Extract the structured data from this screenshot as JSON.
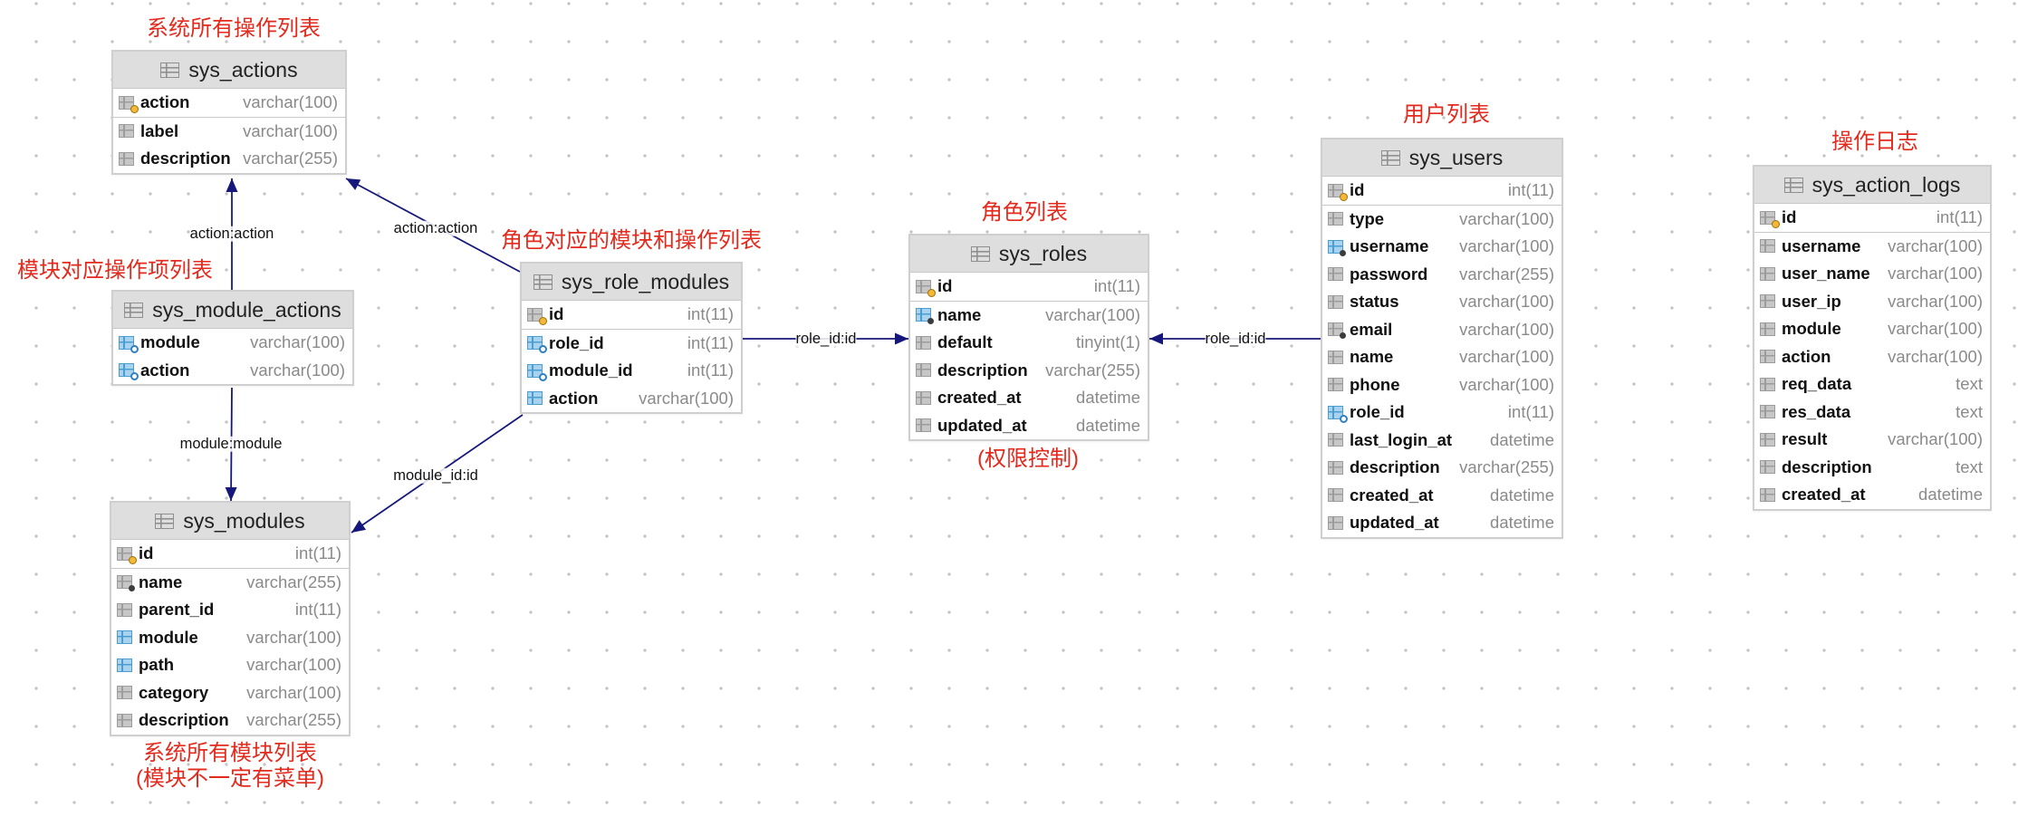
{
  "tables": [
    {
      "id": "sys_actions",
      "name": "sys_actions",
      "columns": [
        {
          "name": "action",
          "type": "varchar(100)",
          "key": "pk"
        },
        {
          "name": "label",
          "type": "varchar(100)"
        },
        {
          "name": "description",
          "type": "varchar(255)"
        }
      ]
    },
    {
      "id": "sys_module_actions",
      "name": "sys_module_actions",
      "columns": [
        {
          "name": "module",
          "type": "varchar(100)",
          "key": "fk"
        },
        {
          "name": "action",
          "type": "varchar(100)",
          "key": "fk"
        }
      ]
    },
    {
      "id": "sys_modules",
      "name": "sys_modules",
      "columns": [
        {
          "name": "id",
          "type": "int(11)",
          "key": "pk"
        },
        {
          "name": "name",
          "type": "varchar(255)",
          "marker": "dark"
        },
        {
          "name": "parent_id",
          "type": "int(11)"
        },
        {
          "name": "module",
          "type": "varchar(100)",
          "marker": "blue-column"
        },
        {
          "name": "path",
          "type": "varchar(100)",
          "marker": "blue-column"
        },
        {
          "name": "category",
          "type": "varchar(100)"
        },
        {
          "name": "description",
          "type": "varchar(255)"
        }
      ]
    },
    {
      "id": "sys_role_modules",
      "name": "sys_role_modules",
      "columns": [
        {
          "name": "id",
          "type": "int(11)",
          "key": "pk"
        },
        {
          "name": "role_id",
          "type": "int(11)",
          "key": "fk"
        },
        {
          "name": "module_id",
          "type": "int(11)",
          "key": "fk"
        },
        {
          "name": "action",
          "type": "varchar(100)",
          "marker": "blue-column"
        }
      ]
    },
    {
      "id": "sys_roles",
      "name": "sys_roles",
      "columns": [
        {
          "name": "id",
          "type": "int(11)",
          "key": "pk"
        },
        {
          "name": "name",
          "type": "varchar(100)",
          "marker": "blue-dark"
        },
        {
          "name": "default",
          "type": "tinyint(1)"
        },
        {
          "name": "description",
          "type": "varchar(255)"
        },
        {
          "name": "created_at",
          "type": "datetime"
        },
        {
          "name": "updated_at",
          "type": "datetime"
        }
      ]
    },
    {
      "id": "sys_users",
      "name": "sys_users",
      "columns": [
        {
          "name": "id",
          "type": "int(11)",
          "key": "pk"
        },
        {
          "name": "type",
          "type": "varchar(100)"
        },
        {
          "name": "username",
          "type": "varchar(100)",
          "marker": "blue-dark"
        },
        {
          "name": "password",
          "type": "varchar(255)"
        },
        {
          "name": "status",
          "type": "varchar(100)"
        },
        {
          "name": "email",
          "type": "varchar(100)",
          "marker": "dark"
        },
        {
          "name": "name",
          "type": "varchar(100)"
        },
        {
          "name": "phone",
          "type": "varchar(100)"
        },
        {
          "name": "role_id",
          "type": "int(11)",
          "key": "fk"
        },
        {
          "name": "last_login_at",
          "type": "datetime"
        },
        {
          "name": "description",
          "type": "varchar(255)"
        },
        {
          "name": "created_at",
          "type": "datetime"
        },
        {
          "name": "updated_at",
          "type": "datetime"
        }
      ]
    },
    {
      "id": "sys_action_logs",
      "name": "sys_action_logs",
      "columns": [
        {
          "name": "id",
          "type": "int(11)",
          "key": "pk"
        },
        {
          "name": "username",
          "type": "varchar(100)"
        },
        {
          "name": "user_name",
          "type": "varchar(100)"
        },
        {
          "name": "user_ip",
          "type": "varchar(100)"
        },
        {
          "name": "module",
          "type": "varchar(100)"
        },
        {
          "name": "action",
          "type": "varchar(100)"
        },
        {
          "name": "req_data",
          "type": "text"
        },
        {
          "name": "res_data",
          "type": "text"
        },
        {
          "name": "result",
          "type": "varchar(100)"
        },
        {
          "name": "description",
          "type": "text"
        },
        {
          "name": "created_at",
          "type": "datetime"
        }
      ]
    }
  ],
  "notes": [
    {
      "id": "sys_actions",
      "text": "系统所有操作列表"
    },
    {
      "id": "sys_module_actions",
      "text": "模块对应操作项列表"
    },
    {
      "id": "sys_role_modules",
      "text": "角色对应的模块和操作列表"
    },
    {
      "id": "sys_roles_title",
      "text": "角色列表"
    },
    {
      "id": "sys_roles_sub",
      "text": "(权限控制)"
    },
    {
      "id": "sys_users",
      "text": "用户列表"
    },
    {
      "id": "sys_action_logs",
      "text": "操作日志"
    },
    {
      "id": "sys_modules",
      "text": "系统所有模块列表\n(模块不一定有菜单)"
    }
  ],
  "relations": [
    {
      "id": "rel-module-actions-actions",
      "label": "action:action",
      "from": "sys_module_actions",
      "to": "sys_actions"
    },
    {
      "id": "rel-role-modules-actions",
      "label": "action:action",
      "from": "sys_role_modules",
      "to": "sys_actions"
    },
    {
      "id": "rel-module-actions-modules",
      "label": "module:module",
      "from": "sys_module_actions",
      "to": "sys_modules"
    },
    {
      "id": "rel-role-modules-modules",
      "label": "module_id:id",
      "from": "sys_role_modules",
      "to": "sys_modules"
    },
    {
      "id": "rel-role-modules-roles",
      "label": "role_id:id",
      "from": "sys_role_modules",
      "to": "sys_roles"
    },
    {
      "id": "rel-users-roles",
      "label": "role_id:id",
      "from": "sys_users",
      "to": "sys_roles"
    }
  ],
  "colors": {
    "note": "#e4291d",
    "edge": "#15187a",
    "header": "#dedede",
    "type_text": "#8a8a8a"
  }
}
